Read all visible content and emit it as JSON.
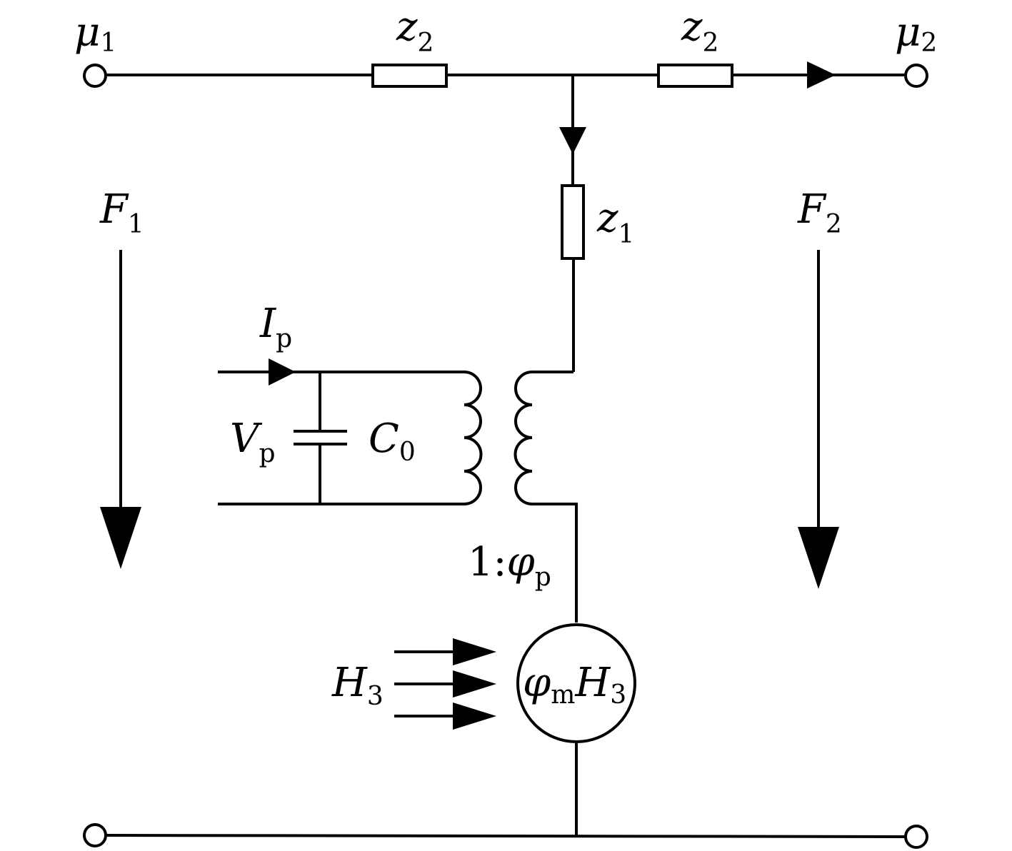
{
  "terminals": {
    "port1": {
      "symbol": "μ",
      "sub": "1"
    },
    "port2": {
      "symbol": "μ",
      "sub": "2"
    }
  },
  "impedances": {
    "series_left": {
      "symbol": "z",
      "sub": "2"
    },
    "series_right": {
      "symbol": "z",
      "sub": "2"
    },
    "shunt": {
      "symbol": "z",
      "sub": "1"
    }
  },
  "forces": {
    "left": {
      "symbol": "F",
      "sub": "1"
    },
    "right": {
      "symbol": "F",
      "sub": "2"
    }
  },
  "electrical": {
    "current": {
      "symbol": "I",
      "sub": "p"
    },
    "voltage": {
      "symbol": "V",
      "sub": "p"
    },
    "capacitance": {
      "symbol": "C",
      "sub": "0"
    }
  },
  "transformer": {
    "ratio_prefix": "1:",
    "symbol": "φ",
    "sub": "p"
  },
  "source": {
    "symbol": "φ",
    "sub": "m",
    "field": "H",
    "field_sub": "3"
  },
  "field_input": {
    "symbol": "H",
    "sub": "3"
  }
}
